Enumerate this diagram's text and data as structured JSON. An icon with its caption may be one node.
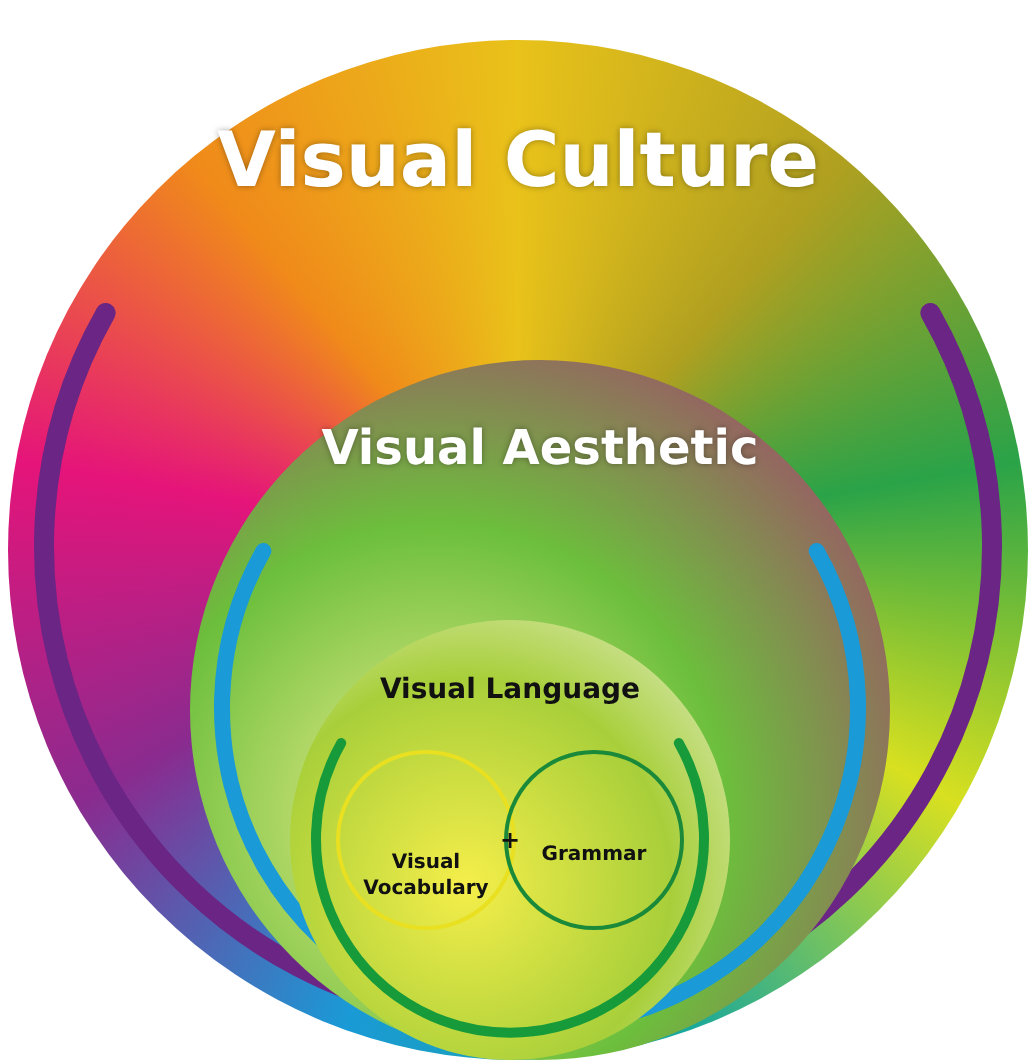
{
  "diagram": {
    "nodes": [
      {
        "text": [
          "Visual Culture"
        ]
      },
      {
        "text": [
          "Visual Aesthetic"
        ],
        "in": 0
      },
      {
        "text": [
          "Visual Language"
        ],
        "in": 1
      },
      {
        "text": [
          "Visual Vocabulary"
        ],
        "in": 2
      },
      {
        "text": [
          "Grammar"
        ],
        "in": 2
      }
    ],
    "edges": [],
    "labels": [
      "+"
    ]
  }
}
